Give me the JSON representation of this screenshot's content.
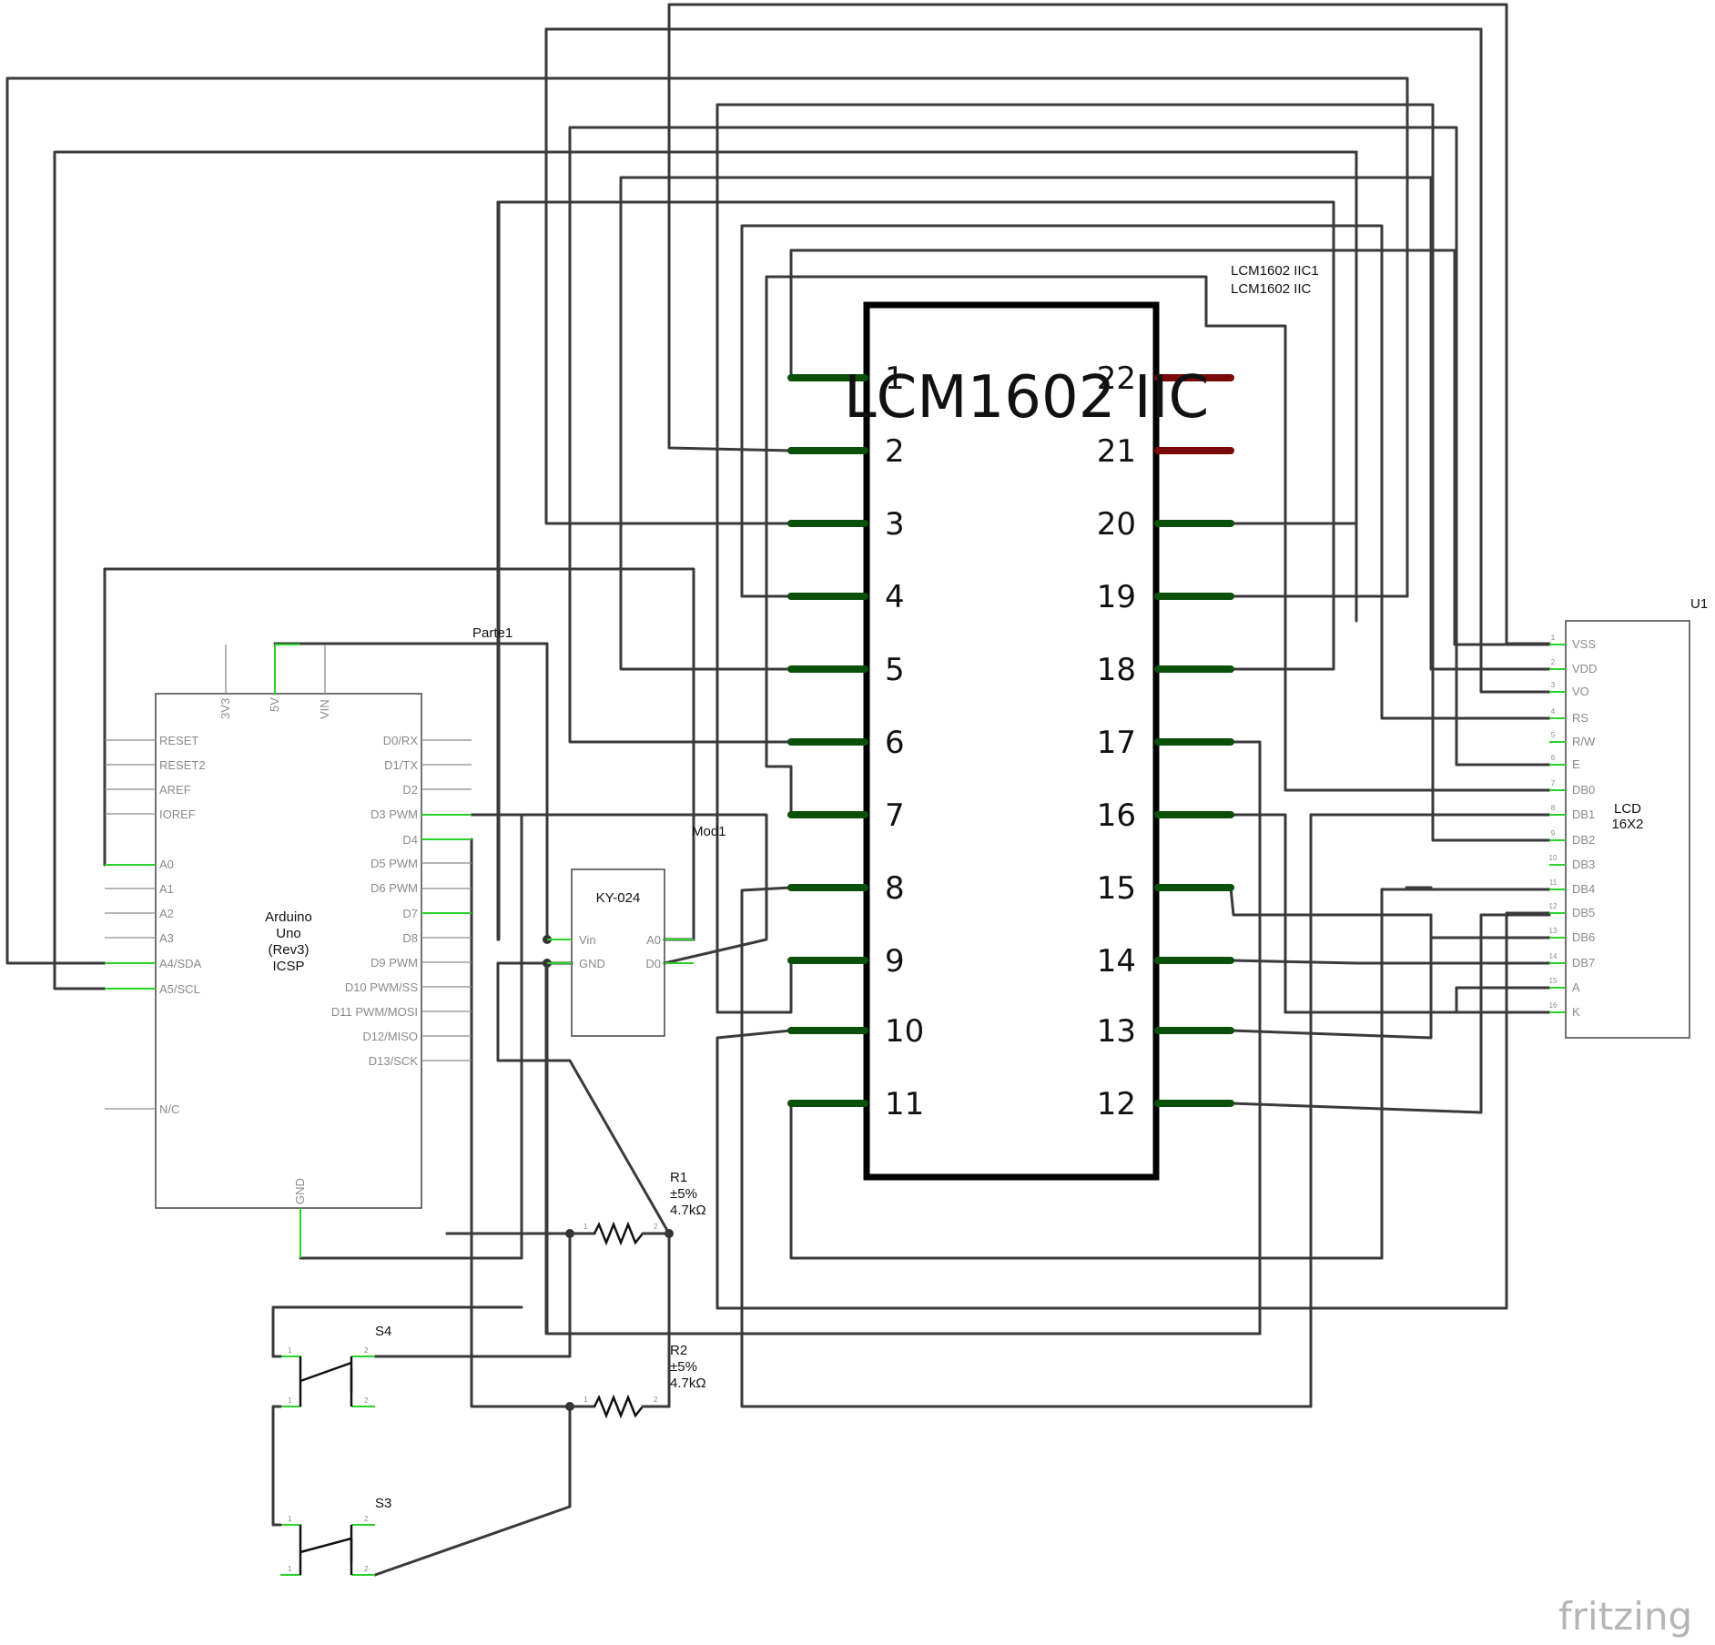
{
  "lcm": {
    "ref1": "LCM1602 IIC1",
    "ref2": "LCM1602 IIC",
    "title": "LCM1602 IIC",
    "left_pins": [
      "1",
      "2",
      "3",
      "4",
      "5",
      "6",
      "7",
      "8",
      "9",
      "10",
      "11"
    ],
    "right_pins": [
      "22",
      "21",
      "20",
      "19",
      "18",
      "17",
      "16",
      "15",
      "14",
      "13",
      "12"
    ]
  },
  "arduino": {
    "part_label": "Parte1",
    "name_lines": [
      "Arduino",
      "Uno",
      "(Rev3)",
      "ICSP"
    ],
    "top_pins": [
      "3V3",
      "5V",
      "VIN"
    ],
    "bottom_pin": "GND",
    "left_pins": [
      "RESET",
      "RESET2",
      "AREF",
      "IOREF",
      "A0",
      "A1",
      "A2",
      "A3",
      "A4/SDA",
      "A5/SCL",
      "N/C"
    ],
    "right_pins": [
      "D0/RX",
      "D1/TX",
      "D2",
      "D3 PWM",
      "D4",
      "D5 PWM",
      "D6 PWM",
      "D7",
      "D8",
      "D9 PWM",
      "D10 PWM/SS",
      "D11 PWM/MOSI",
      "D12/MISO",
      "D13/SCK"
    ]
  },
  "module": {
    "ref": "Mod1",
    "name": "KY-024",
    "pins": [
      "Vin",
      "GND",
      "A0",
      "D0"
    ]
  },
  "lcd": {
    "ref": "U1",
    "name_lines": [
      "LCD",
      "16X2"
    ],
    "pins": [
      "VSS",
      "VDD",
      "VO",
      "RS",
      "R/W",
      "E",
      "DB0",
      "DB1",
      "DB2",
      "DB3",
      "DB4",
      "DB5",
      "DB6",
      "DB7",
      "A",
      "K"
    ],
    "pin_numbers": [
      "1",
      "2",
      "3",
      "4",
      "5",
      "6",
      "7",
      "8",
      "9",
      "10",
      "11",
      "12",
      "13",
      "14",
      "15",
      "16"
    ]
  },
  "resistors": [
    {
      "ref": "R1",
      "tolerance": "±5%",
      "value": "4.7kΩ",
      "pin1": "1",
      "pin2": "2"
    },
    {
      "ref": "R2",
      "tolerance": "±5%",
      "value": "4.7kΩ",
      "pin1": "1",
      "pin2": "2"
    }
  ],
  "switches": [
    {
      "ref": "S4",
      "pins": [
        "1",
        "2",
        "1",
        "2"
      ]
    },
    {
      "ref": "S3",
      "pins": [
        "1",
        "2",
        "1",
        "2"
      ]
    }
  ],
  "watermark": "fritzing"
}
